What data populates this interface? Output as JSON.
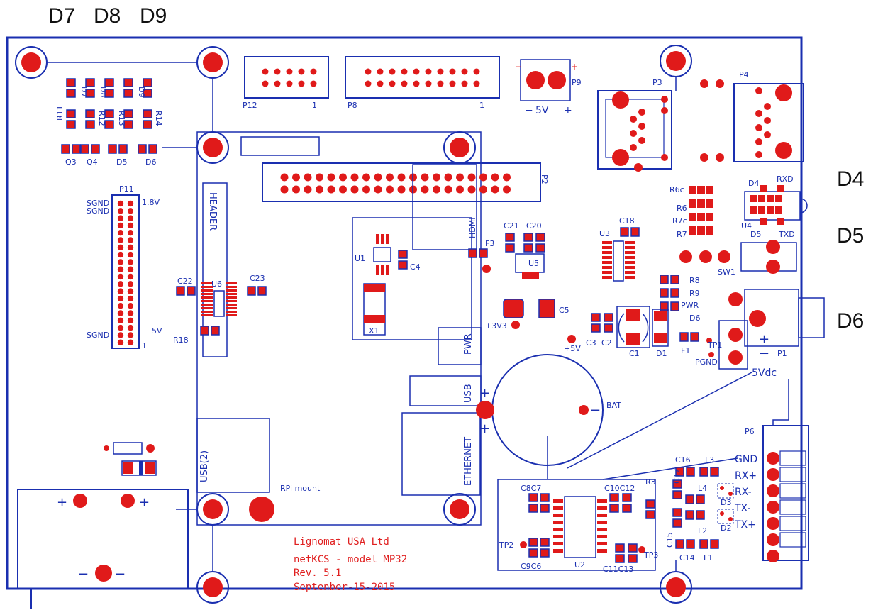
{
  "side_labels": {
    "top": [
      "D7",
      "D8",
      "D9"
    ],
    "right": [
      "D4",
      "D5",
      "D6"
    ]
  },
  "colors": {
    "outline": "#1a2fb0",
    "copper": "#e01a1a",
    "background": "#ffffff"
  },
  "silkscreen": {
    "P12": "P12",
    "P8": "P8",
    "P9": "P9",
    "P3": "P3",
    "P4": "P4",
    "P2": "P2",
    "P11": "P11",
    "P6": "P6",
    "P1": "P1",
    "voltage_5v_label": "5V",
    "plus": "+",
    "minus": "−",
    "pin_1": "1",
    "R11": "R11",
    "R12": "R12",
    "R13": "R13",
    "R14": "R14",
    "D7": "D7",
    "D8": "D8",
    "D9": "D9",
    "Q3": "Q3",
    "Q4": "Q4",
    "D5": "D5",
    "D6": "D6",
    "sgnd": "SGND",
    "v18": "1.8V",
    "v5": "5V",
    "header": "HEADER",
    "hdmi": "HDMI",
    "C22": "C22",
    "C23": "C23",
    "U6": "U6",
    "R18": "R18",
    "U1": "U1",
    "C4": "C4",
    "F3": "F3",
    "C21": "C21",
    "C20": "C20",
    "U5": "U5",
    "X1": "X1",
    "U3": "U3",
    "C18": "C18",
    "R6c": "R6c",
    "R6": "R6",
    "R7c": "R7c",
    "R7": "R7",
    "D4": "D4",
    "RXD": "RXD",
    "U4": "U4",
    "D5b": "D5",
    "TXD": "TXD",
    "SW1": "SW1",
    "R8": "R8",
    "R9": "R9",
    "PWR": "PWR",
    "D6b": "D6",
    "C5": "C5",
    "v3v3": "+3V3",
    "v5p": "+5V",
    "C3": "C3",
    "C2": "C2",
    "C1": "C1",
    "D1": "D1",
    "F1": "F1",
    "TP1": "TP1",
    "PGND": "PGND",
    "pwr": "PWR",
    "usb": "USB",
    "ethernet": "ETHERNET",
    "usb2": "USB(2)",
    "bat": "BAT",
    "rpi_mount": "RPi mount",
    "vdc5": "5Vdc",
    "GND": "GND",
    "RXp": "RX+",
    "RXm": "RX-",
    "TXm": "TX-",
    "TXp": "TX+",
    "C16": "C16",
    "L3": "L3",
    "C17": "C17",
    "L4": "L4",
    "L2": "L2",
    "L1": "L1",
    "C15": "C15",
    "C14": "C14",
    "D3": "D3",
    "D2": "D2",
    "C8C7": "C8C7",
    "C10C12": "C10C12",
    "R3": "R3",
    "TP2": "TP2",
    "C9C6": "C9C6",
    "U2": "U2",
    "C11C13": "C11C13",
    "TP3": "TP3"
  },
  "credits": [
    "Lignomat USA Ltd",
    "netKCS - model MP32",
    "Rev. 5.1",
    "Septenber-15-2015"
  ]
}
